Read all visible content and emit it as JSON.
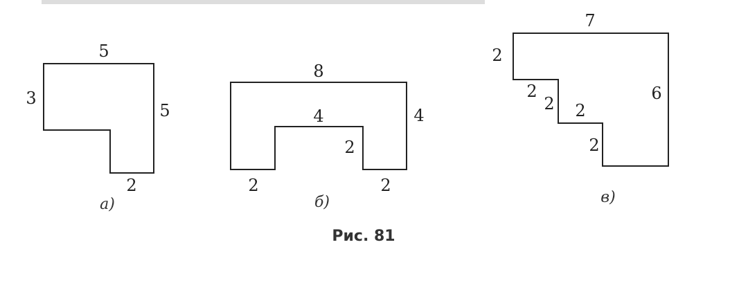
{
  "figures": [
    {
      "label": "а)",
      "dims": {
        "top": "5",
        "left": "3",
        "right": "5",
        "bottom": "2"
      }
    },
    {
      "label": "б)",
      "dims": {
        "top": "8",
        "right": "4",
        "inner_top": "4",
        "inner_side": "2",
        "bottom_left": "2",
        "bottom_right": "2"
      }
    },
    {
      "label": "в)",
      "dims": {
        "top": "7",
        "left": "2",
        "right": "6",
        "step1_h": "2",
        "step1_v": "2",
        "step2_h": "2",
        "step2_v": "2"
      }
    }
  ],
  "caption": "Рис. 81"
}
